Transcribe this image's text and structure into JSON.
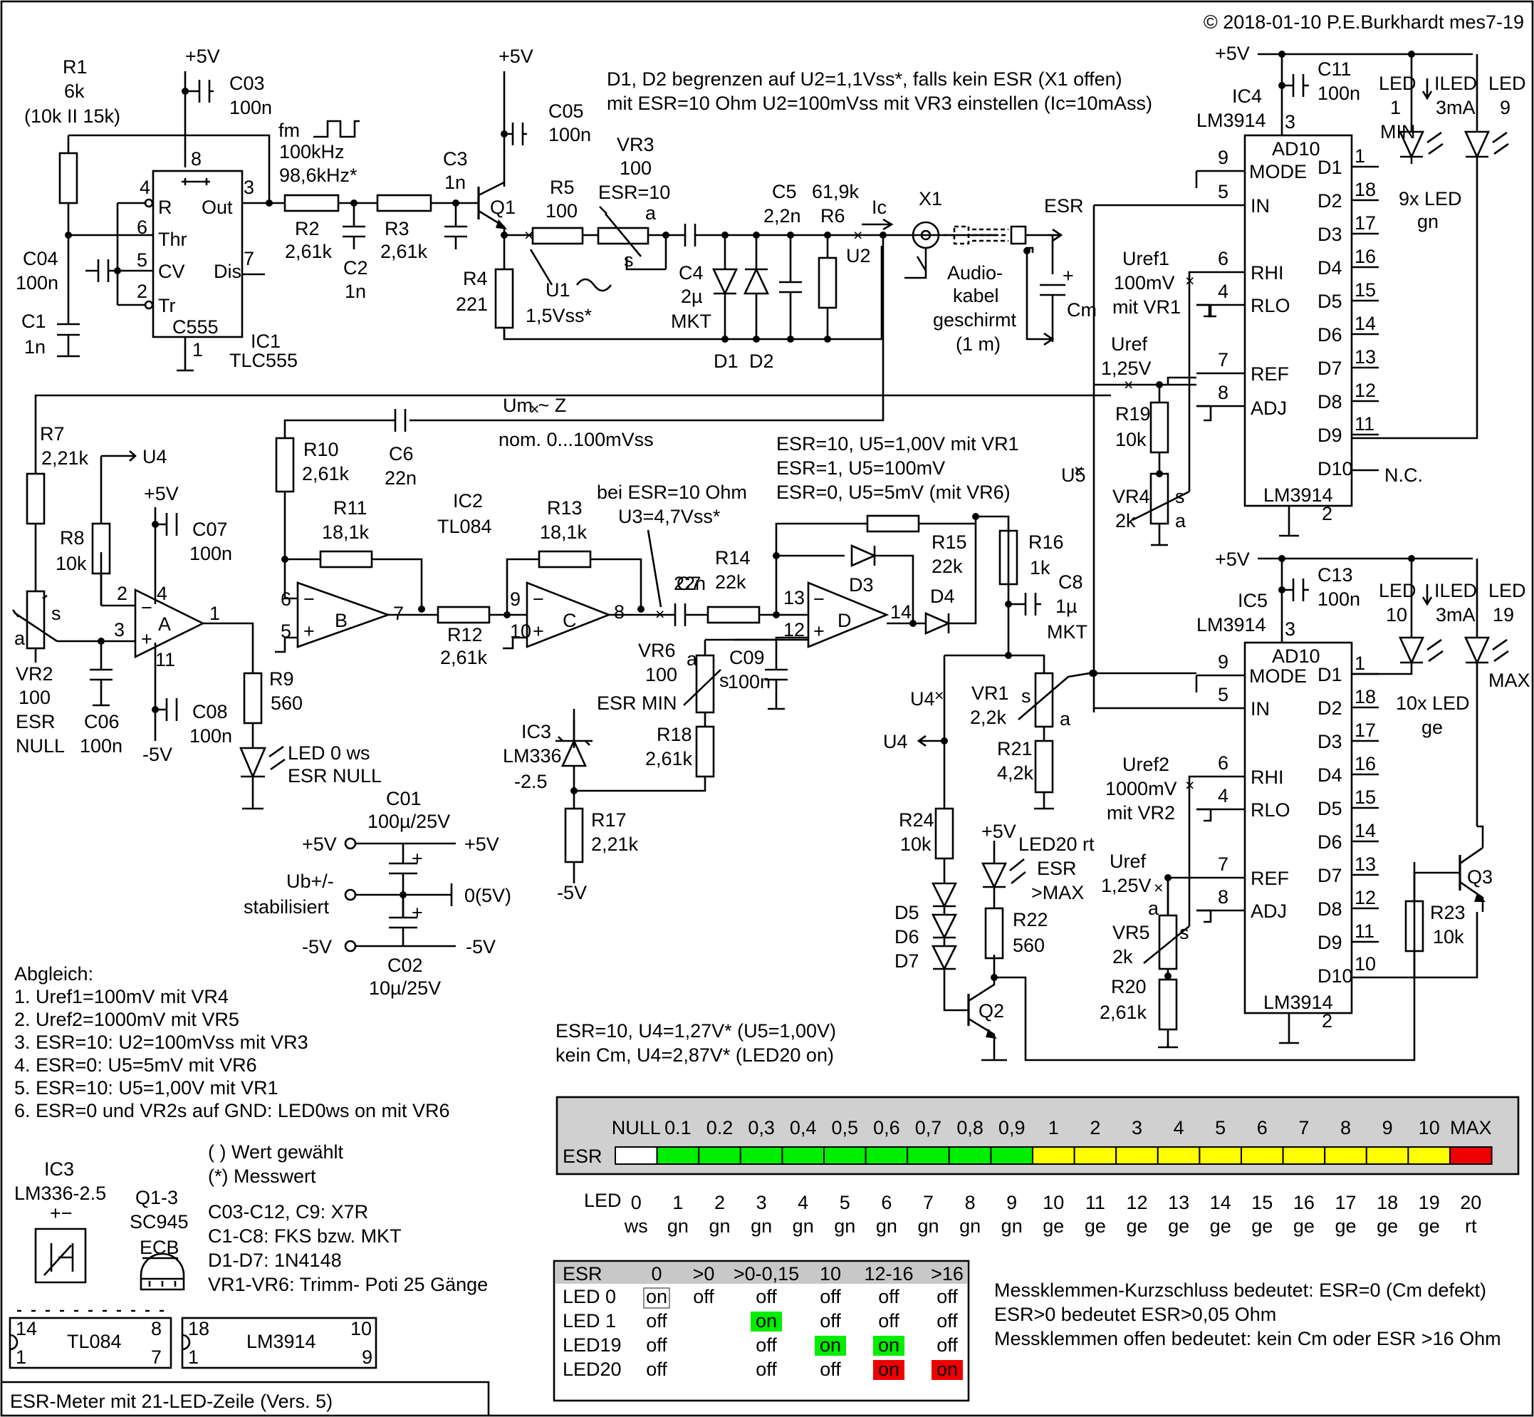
{
  "copyright": "© 2018-01-10 P.E.Burkhardt mes7-19",
  "title": "ESR-Meter mit 21-LED-Zeile  (Vers. 5)",
  "notes_top": {
    "line1": "D1, D2 begrenzen auf U2=1,1Vss*, falls kein ESR (X1 offen)",
    "line2": "mit ESR=10 Ohm  U2=100mVss mit VR3 einstellen (Ic=10mAss)"
  },
  "notes_mid": {
    "line1": "ESR=10, U5=1,00V mit VR1",
    "line2": "ESR=1,  U5=100mV",
    "line3": "ESR=0,  U5=5mV (mit VR6)"
  },
  "notes_u4": {
    "line1": "ESR=10, U4=1,27V* (U5=1,00V)",
    "line2": "kein Cm, U4=2,87V*  (LED20 on)"
  },
  "labels": {
    "p5v_a": "+5V",
    "p5v_b": "+5V",
    "p5v_c": "+5V",
    "p5v_d": "+5V",
    "p5v_e": "+5V",
    "p5v_f": "+5V",
    "m5v_a": "-5V",
    "m5v_b": "-5V",
    "r1": "R1",
    "r1v": "6k",
    "r1n": "(10k II 15k)",
    "c03": "C03",
    "c03v": "100n",
    "c04": "C04",
    "c04v": "100n",
    "c1": "C1",
    "c1v": "1n",
    "ic1": "IC1",
    "ic1t": "TLC555",
    "c555": "C555",
    "p_r": "R",
    "p_out": "Out",
    "p_thr": "Thr",
    "p_cv": "CV",
    "p_tr": "Tr",
    "p_dis": "Dis",
    "n4": "4",
    "n8": "8",
    "n3": "3",
    "n6": "6",
    "n5": "5",
    "n2": "2",
    "n7": "7",
    "n1": "1",
    "fm": "fm",
    "f1": "100kHz",
    "f2": "98,6kHz*",
    "r2": "R2",
    "r2v": "2,61k",
    "c2": "C2",
    "c2v": "1n",
    "r3": "R3",
    "r3v": "2,61k",
    "c3": "C3",
    "c3v": "1n",
    "q1": "Q1",
    "c05": "C05",
    "c05v": "100n",
    "r4": "R4",
    "r4v": "221",
    "r5": "R5",
    "r5v": "100",
    "u1": "U1",
    "u1v": "1,5Vss*",
    "vr3": "VR3",
    "vr3v": "100",
    "vr3e": "ESR=10",
    "va": "a",
    "vs": "s",
    "c4": "C4",
    "c4v": "2µ",
    "c4t": "MKT",
    "c5": "C5",
    "c5v": "2,2n",
    "r6v": "61,9k",
    "r6": "R6",
    "ic": "Ic",
    "u2": "U2",
    "d1": "D1",
    "d2": "D2",
    "x1": "X1",
    "audio1": "Audio-",
    "audio2": "kabel",
    "audio3": "geschirmt",
    "audio4": "(1 m)",
    "esr": "ESR",
    "cm": "Cm",
    "r7": "R7",
    "r7v": "2,21k",
    "u4a": "U4",
    "r8": "R8",
    "r8v": "10k",
    "c07": "C07",
    "c07v": "100n",
    "c08": "C08",
    "c08v": "100n",
    "c06": "C06",
    "c06v": "100n",
    "vr2": "VR2",
    "vr2v": "100",
    "vr2e": "ESR",
    "vr2n": "NULL",
    "r9": "R9",
    "r9v": "560",
    "led0a": "LED 0 ws",
    "led0b": "ESR NULL",
    "r10": "R10",
    "r10v": "2,61k",
    "c6": "C6",
    "c6v": "22n",
    "um": "Um ~ Z",
    "umv": "nom. 0...100mVss",
    "r11": "R11",
    "r11v": "18,1k",
    "ic2": "IC2",
    "ic2t": "TL084",
    "r12": "R12",
    "r12v": "2,61k",
    "r13": "R13",
    "r13v": "18,1k",
    "u3a": "bei ESR=10 Ohm",
    "u3b": "U3=4,7Vss*",
    "c7": "C7",
    "c7v": "22n",
    "r14": "R14",
    "r14v": "22k",
    "d3": "D3",
    "d4": "D4",
    "r15": "R15",
    "r15v": "22k",
    "r16": "R16",
    "r16v": "1k",
    "c8": "C8",
    "c8v": "1µ",
    "c8t": "MKT",
    "vr6": "VR6",
    "vr6v": "100",
    "vr6e": "ESR MIN",
    "c09": "C09",
    "c09v": "100n",
    "ic3": "IC3",
    "ic3t": "LM336",
    "ic3v": "-2.5",
    "r18": "R18",
    "r18v": "2,61k",
    "r17": "R17",
    "r17v": "2,21k",
    "u4b": "U4",
    "u4c": "U4",
    "vr1": "VR1",
    "vr1v": "2,2k",
    "r21": "R21",
    "r21v": "4,2k",
    "r24": "R24",
    "r24v": "10k",
    "d5": "D5",
    "d6": "D6",
    "d7": "D7",
    "led20": "LED20 rt",
    "led20b": "ESR",
    "led20c": ">MAX",
    "r22": "R22",
    "r22v": "560",
    "q2": "Q2",
    "c01": "C01",
    "c01v": "100µ/25V",
    "ub1": "Ub+/-",
    "ub2": "stabilisiert",
    "gnd": "0(5V)",
    "c02": "C02",
    "c02v": "10µ/25V",
    "uref1": "Uref1",
    "uref1v": "100mV",
    "uref1w": "mit VR1",
    "uref": "Uref",
    "urefv": "1,25V",
    "r19": "R19",
    "r19v": "10k",
    "vr4": "VR4",
    "vr4v": "2k",
    "u5": "U5",
    "uref2": "Uref2",
    "uref2v": "1000mV",
    "uref2w": "mit VR2",
    "uref2b": "Uref",
    "uref2c": "1,25V",
    "vr5": "VR5",
    "vr5v": "2k",
    "r20": "R20",
    "r20v": "2,61k",
    "ic4": "IC4",
    "ic4t": "LM3914",
    "ic5": "IC5",
    "ic5t": "LM3914",
    "c11": "C11",
    "c11v": "100n",
    "c13": "C13",
    "c13v": "100n",
    "ad10": "AD10",
    "mode": "MODE",
    "in": "IN",
    "rhi": "RHI",
    "rlo": "RLO",
    "ref": "REF",
    "adj": "ADJ",
    "lm3914": "LM3914",
    "nc": "N.C.",
    "led1": "LED",
    "led1n": "1",
    "led1m": "MIN",
    "iled": "ILED",
    "iledv": "3mA",
    "led9": "LED",
    "led9n": "9",
    "led9x": "9x LED",
    "led9g": "gn",
    "led10": "LED",
    "led10n": "10",
    "led19": "LED",
    "led19n": "19",
    "ledmax": "MAX",
    "led10x": "10x LED",
    "led10g": "ge",
    "q3": "Q3",
    "r23": "R23",
    "r23v": "10k"
  },
  "adjust": {
    "title": "Abgleich:",
    "items": [
      "1. Uref1=100mV mit VR4",
      "2. Uref2=1000mV mit VR5",
      "3. ESR=10: U2=100mVss mit VR3",
      "4. ESR=0: U5=5mV mit VR6",
      "5. ESR=10: U5=1,00V mit VR1",
      "6. ESR=0 und VR2s auf GND: LED0ws on mit VR6"
    ]
  },
  "parts": {
    "ic3": "IC3",
    "ic3t": "LM336-2.5",
    "q13": "Q1-3",
    "q13t": "SC945",
    "ecb": "ECB",
    "wg": "( ) Wert gewählt",
    "mw": "(*) Messwert",
    "l1": "C03-C12, C9: X7R",
    "l2": "C1-C8: FKS bzw. MKT",
    "l3": "D1-D7: 1N4148",
    "l4": "VR1-VR6: Trimm- Poti 25 Gänge",
    "tl084": "TL084",
    "lm3914": "LM3914"
  },
  "bar": {
    "row_label": "ESR",
    "scale": [
      "NULL",
      "0.1",
      "0.2",
      "0,3",
      "0,4",
      "0,5",
      "0,6",
      "0,7",
      "0,8",
      "0,9",
      "1",
      "2",
      "3",
      "4",
      "5",
      "6",
      "7",
      "8",
      "9",
      "10",
      "MAX"
    ],
    "colors": [
      "#ffffff",
      "#00ee00",
      "#00ee00",
      "#00ee00",
      "#00ee00",
      "#00ee00",
      "#00ee00",
      "#00ee00",
      "#00ee00",
      "#00ee00",
      "#ffff00",
      "#ffff00",
      "#ffff00",
      "#ffff00",
      "#ffff00",
      "#ffff00",
      "#ffff00",
      "#ffff00",
      "#ffff00",
      "#ffff00",
      "#ee0000"
    ],
    "led_label": "LED",
    "led_nums": [
      "0",
      "1",
      "2",
      "3",
      "4",
      "5",
      "6",
      "7",
      "8",
      "9",
      "10",
      "11",
      "12",
      "13",
      "14",
      "15",
      "16",
      "17",
      "18",
      "19",
      "20"
    ],
    "led_cols": [
      "ws",
      "gn",
      "gn",
      "gn",
      "gn",
      "gn",
      "gn",
      "gn",
      "gn",
      "gn",
      "ge",
      "ge",
      "ge",
      "ge",
      "ge",
      "ge",
      "ge",
      "ge",
      "ge",
      "ge",
      "rt"
    ]
  },
  "table": {
    "headers": [
      "ESR",
      "0",
      ">0",
      ">0-0,15",
      "10",
      "12-16",
      ">16"
    ],
    "rows": [
      {
        "label": "LED 0",
        "cells": [
          "on",
          "off",
          "off",
          "off",
          "off",
          "off"
        ]
      },
      {
        "label": "LED 1",
        "cells": [
          "off",
          "",
          "on",
          "off",
          "off",
          "off"
        ]
      },
      {
        "label": "LED19",
        "cells": [
          "off",
          "",
          "off",
          "on",
          "on",
          "off"
        ]
      },
      {
        "label": "LED20",
        "cells": [
          "off",
          "",
          "off",
          "off",
          "on",
          "on"
        ]
      }
    ],
    "highlights": [
      {
        "row": 1,
        "col": 2,
        "color": "#00ee00"
      },
      {
        "row": 2,
        "col": 3,
        "color": "#00ee00"
      },
      {
        "row": 2,
        "col": 4,
        "color": "#00ee00"
      },
      {
        "row": 3,
        "col": 4,
        "color": "#ee0000"
      },
      {
        "row": 3,
        "col": 5,
        "color": "#ee0000"
      }
    ]
  },
  "meaning": [
    "Messklemmen-Kurzschluss bedeutet: ESR=0 (Cm defekt)",
    "ESR>0 bedeutet ESR>0,05 Ohm",
    "Messklemmen offen bedeutet: kein Cm oder ESR >16 Ohm"
  ]
}
